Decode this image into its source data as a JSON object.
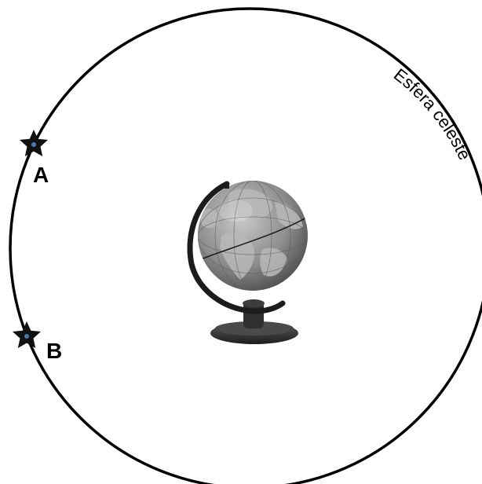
{
  "diagram": {
    "sphere_label": "Esfera celeste",
    "stars": [
      {
        "id": "A",
        "label": "A"
      },
      {
        "id": "B",
        "label": "B"
      }
    ],
    "globe": {
      "icon": "globe-icon"
    },
    "colors": {
      "outline": "#000000",
      "star_fill": "#111111",
      "star_dot": "#4a78b5",
      "globe_ocean": "#8a8a8a",
      "globe_land": "#b8b8b8",
      "globe_stand": "#2b2b2b"
    }
  }
}
